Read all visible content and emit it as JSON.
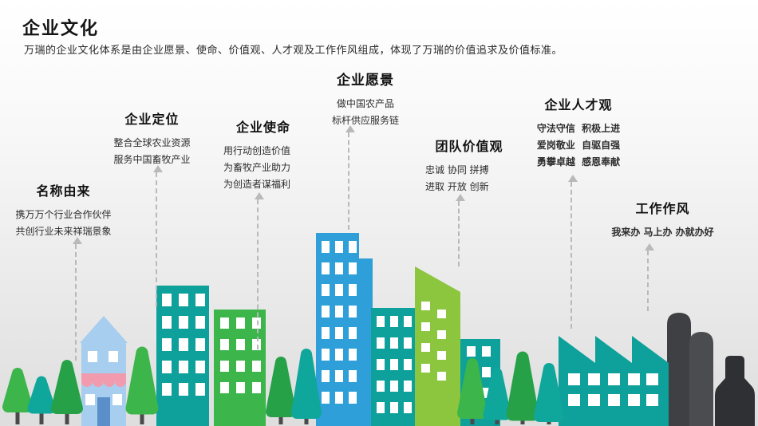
{
  "slide": {
    "title": "企业文化",
    "subtitle": "万瑞的企业文化体系是由企业愿景、使命、价值观、人才观及工作作风组成，体现了万瑞的价值追求及价值标准。"
  },
  "sections": [
    {
      "title": "名称由来",
      "lines": [
        "携万万个行业合作伙伴",
        "共创行业未来祥瑞景象"
      ]
    },
    {
      "title": "企业定位",
      "lines": [
        "整合全球农业资源",
        "服务中国畜牧产业"
      ]
    },
    {
      "title": "企业使命",
      "lines": [
        "用行动创造价值",
        "为畜牧产业助力",
        "为创造者谋福利"
      ]
    },
    {
      "title": "企业愿景",
      "lines": [
        "做中国农产品",
        "标杆供应服务链"
      ]
    },
    {
      "title": "团队价值观",
      "lines": [
        "忠诚 协同 拼搏",
        "进取 开放 创新"
      ]
    },
    {
      "title": "企业人才观",
      "lines": [
        "守法守信  积极上进",
        "爱岗敬业  自驱自强",
        "勇攀卓越  感恩奉献"
      ]
    },
    {
      "title": "工作作风",
      "lines": [
        "我来办 马上办 办就办好"
      ]
    }
  ],
  "palette": {
    "teal": "#0EA09A",
    "green": "#3CB54A",
    "dark_green": "#27A148",
    "light_green": "#8CC63F",
    "blue": "#2E9FD8",
    "sky_blue": "#A7CDEF",
    "pink": "#F29BAE",
    "charcoal": "#3E4043",
    "arrow_gray": "#B9B9B9"
  }
}
